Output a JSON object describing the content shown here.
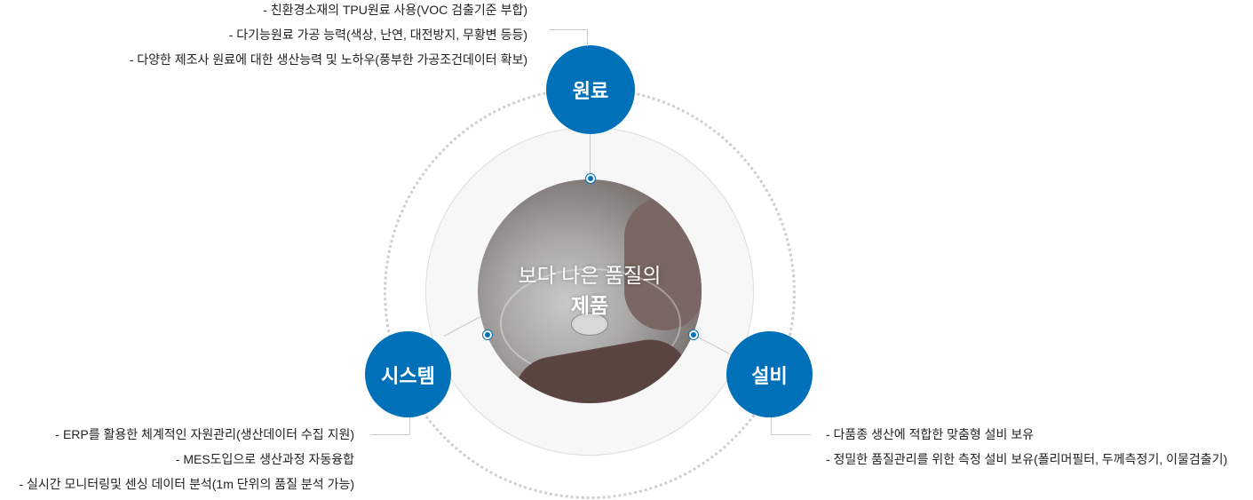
{
  "center": {
    "line1": "보다 나은 품질의",
    "line2": "제품"
  },
  "nodes": {
    "raw_material": {
      "label": "원료",
      "items": [
        "- 친환경소재의 TPU원료 사용(VOC 검출기준 부합)",
        "- 다기능원료 가공 능력(색상, 난연, 대전방지, 무황변 등등)",
        "-  다양한 제조사 원료에 대한 생산능력 및 노하우(풍부한 가공조건데이터 확보)"
      ]
    },
    "system": {
      "label": "시스템",
      "items": [
        "- ERP를 활용한 체계적인 자원관리(생산데이터 수집 지원)",
        "- MES도입으로 생산과정 자동융합",
        "- 실시간 모니터링및 센싱 데이터 분석(1m 단위의 품질 분석 가능)"
      ]
    },
    "equipment": {
      "label": "설비",
      "items": [
        "- 다품종 생산에 적합한 맞춤형 설비 보유",
        "- 정밀한 품질관리를 위한 측정 설비 보유(폴리머필터, 두께측정기, 이물검출기)"
      ]
    }
  },
  "colors": {
    "accent": "#0070b8"
  }
}
